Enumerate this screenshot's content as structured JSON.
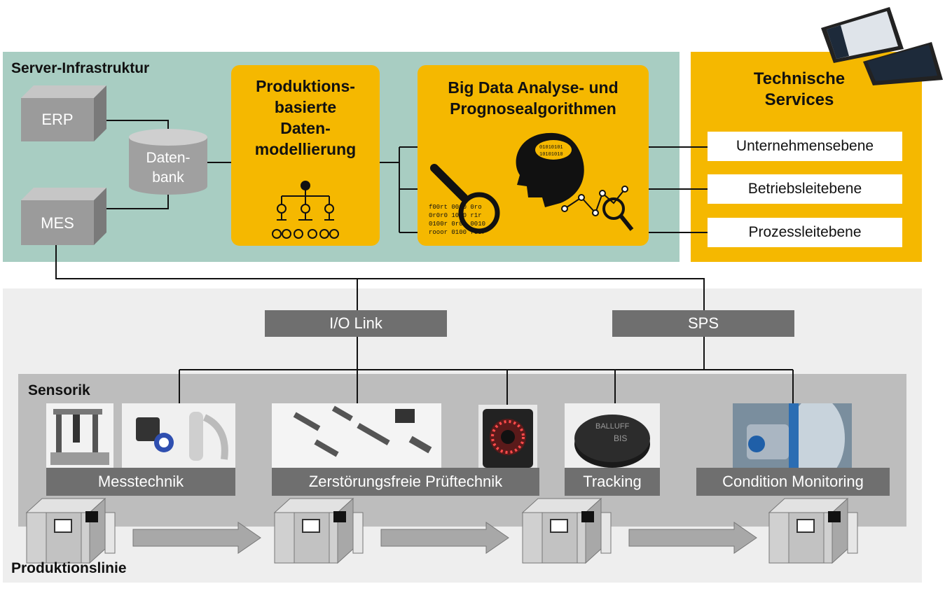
{
  "server": {
    "title": "Server-Infrastruktur",
    "erp": "ERP",
    "mes": "MES",
    "db": [
      "Daten-",
      "bank"
    ]
  },
  "modelling": {
    "title": [
      "Produktions-",
      "basierte",
      "Daten-",
      "modellierung"
    ]
  },
  "bigdata": {
    "title": [
      "Big Data Analyse- und",
      "Prognosealgorithmen"
    ]
  },
  "technical": {
    "title": [
      "Technische",
      "Services"
    ],
    "levels": [
      "Unternehmensebene",
      "Betriebsleitebene",
      "Prozessleitebene"
    ]
  },
  "network": {
    "io_link": "I/O Link",
    "sps": "SPS"
  },
  "sensorik": {
    "title": "Sensorik",
    "categories": [
      "Messtechnik",
      "Zerstörungsfreie Prüftechnik",
      "Tracking",
      "Condition Monitoring"
    ]
  },
  "production": {
    "title": "Produktionslinie"
  },
  "colors": {
    "accent": "#f5b800",
    "server_bg": "#a8cdc2",
    "bar": "#6f6f6f"
  }
}
